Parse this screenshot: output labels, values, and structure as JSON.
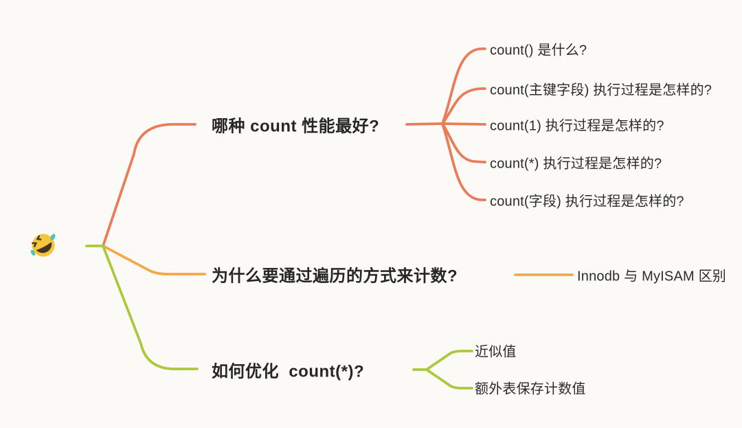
{
  "page": {
    "background_color": "#FBFAF7",
    "text_color": "#262626"
  },
  "mindmap": {
    "root": {
      "icon": "rofl-laughing-emoji",
      "emoji_face_color": "#F4C53F",
      "emoji_mouth_color": "#47341F",
      "emoji_tear_color": "#4FC4B4"
    },
    "branches": [
      {
        "label": "哪种 count 性能最好?",
        "color": "#E97C5B",
        "children": [
          "count() 是什么?",
          "count(主键字段) 执行过程是怎样的?",
          "count(1) 执行过程是怎样的?",
          "count(*) 执行过程是怎样的?",
          "count(字段) 执行过程是怎样的?"
        ]
      },
      {
        "label": "为什么要通过遍历的方式来计数?",
        "color": "#F5A847",
        "children": [
          "Innodb 与 MyISAM 区别"
        ]
      },
      {
        "label": "如何优化  count(*)?",
        "color": "#ACC83E",
        "children": [
          "近似值",
          "额外表保存计数值"
        ]
      }
    ]
  }
}
